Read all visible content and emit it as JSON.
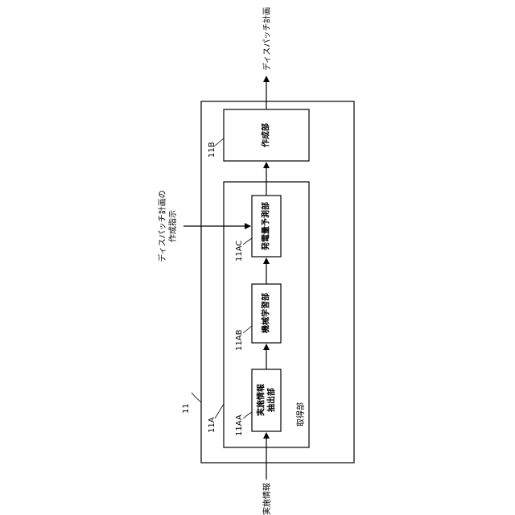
{
  "diagram": {
    "output_label": "ディスパッチ計画",
    "input_label": "実施情報",
    "instruction_label_line1": "ディスパッチ計画の",
    "instruction_label_line2": "作成指示",
    "outer_ref": "11",
    "acquisition_ref": "11A",
    "acquisition_label": "取得部",
    "creation_ref": "11B",
    "creation_label": "作成部",
    "block_aa_ref": "11AA",
    "block_aa_line1": "実施情報",
    "block_aa_line2": "抽出部",
    "block_ab_ref": "11AB",
    "block_ab_label": "機械学習部",
    "block_ac_ref": "11AC",
    "block_ac_label": "発電量予測部"
  }
}
